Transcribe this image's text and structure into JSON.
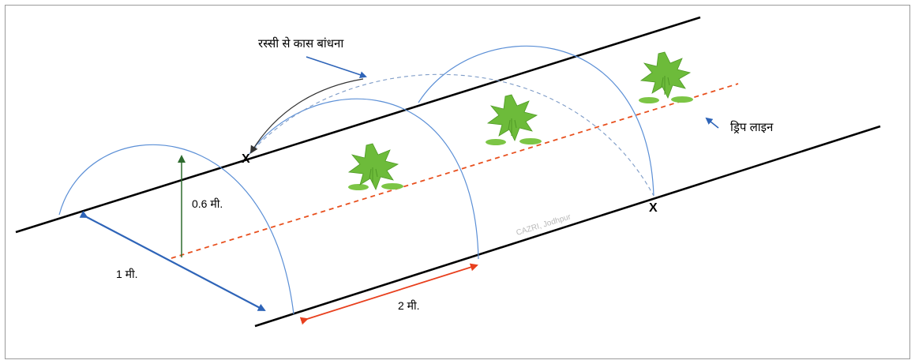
{
  "diagram": {
    "labels": {
      "rope_tie": "रस्सी से कास बांधना",
      "drip_line": "ड्रिप लाइन",
      "height": "0.6 मी.",
      "width": "1 मी.",
      "spacing": "2 मी.",
      "watermark": "CAZRI, Jodhpur",
      "cross_left": "X",
      "cross_right": "X"
    },
    "colors": {
      "bed_line": "#000000",
      "hoop": "#5b8fd6",
      "drip": "#e8501e",
      "width_arrow": "#2e64b8",
      "spacing_arrow": "#e8401e",
      "height_arrow": "#2e6b2e",
      "plant": "#6dbb3a",
      "leaf_pad": "#7cc545"
    },
    "plant_icons": [
      "plant-icon",
      "plant-icon",
      "plant-icon"
    ]
  }
}
